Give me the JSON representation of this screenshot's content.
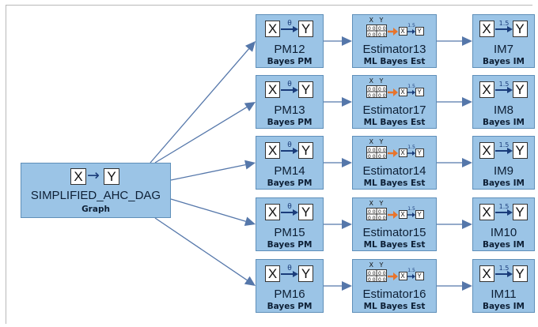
{
  "graph": {
    "name": "SIMPLIFIED_AHC_DAG",
    "type": "Graph",
    "icon": {
      "from": "X",
      "to": "Y",
      "arrow": "→"
    }
  },
  "pm_label": "Bayes PM",
  "est_label": "ML Bayes Est",
  "im_label": "Bayes IM",
  "icons": {
    "pm": {
      "from": "X",
      "to": "Y",
      "mark": "θ"
    },
    "im": {
      "from": "X",
      "to": "Y",
      "mark": "1.5"
    },
    "est": {
      "x": "X",
      "y": "Y",
      "cell": "0 0",
      "from": "X",
      "to": "Y",
      "mark": "1.5"
    }
  },
  "rows": [
    {
      "pm": "PM12",
      "est": "Estimator13",
      "im": "IM7"
    },
    {
      "pm": "PM13",
      "est": "Estimator17",
      "im": "IM8"
    },
    {
      "pm": "PM14",
      "est": "Estimator14",
      "im": "IM9"
    },
    {
      "pm": "PM15",
      "est": "Estimator15",
      "im": "IM10"
    },
    {
      "pm": "PM16",
      "est": "Estimator16",
      "im": "IM11"
    }
  ],
  "colors": {
    "node_fill": "#9bc4e6",
    "node_border": "#5f8fb9",
    "edge": "#5577aa",
    "estimator_arrow": "#e8742c"
  }
}
